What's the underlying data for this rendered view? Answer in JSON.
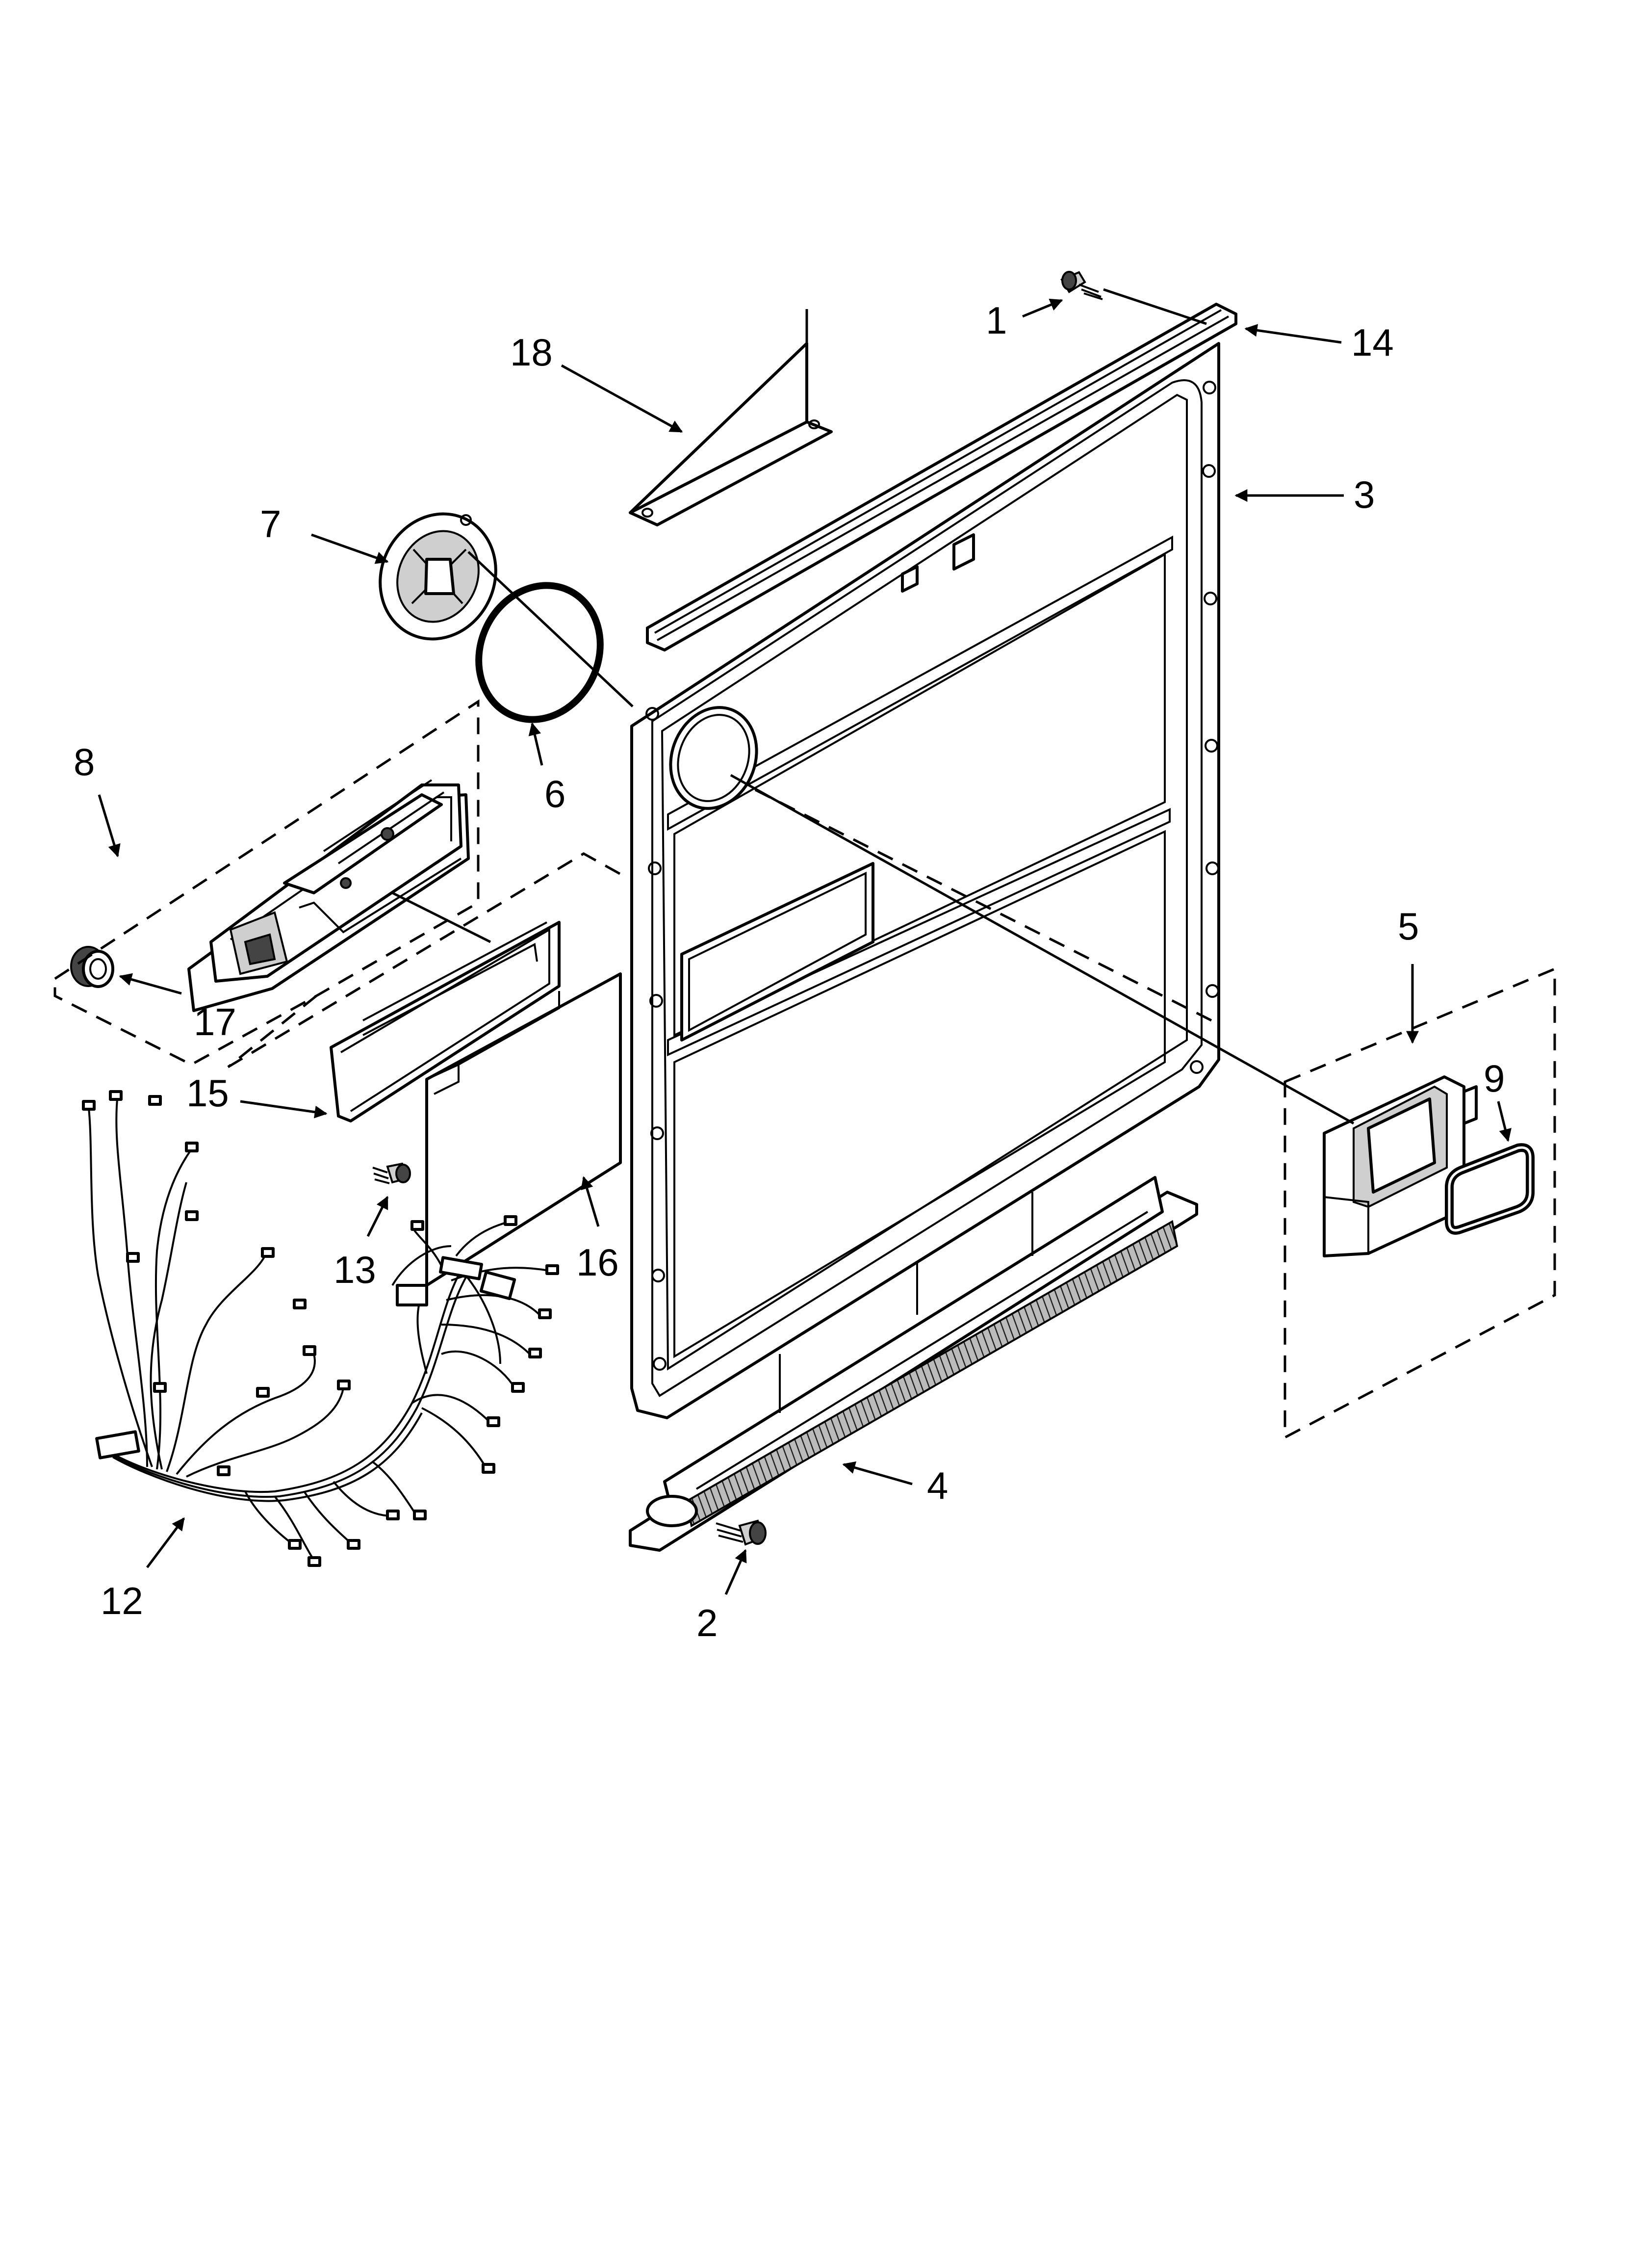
{
  "callouts": [
    {
      "id": "1",
      "text": "1"
    },
    {
      "id": "2",
      "text": "2"
    },
    {
      "id": "3",
      "text": "3"
    },
    {
      "id": "4",
      "text": "4"
    },
    {
      "id": "5",
      "text": "5"
    },
    {
      "id": "6",
      "text": "6"
    },
    {
      "id": "7",
      "text": "7"
    },
    {
      "id": "8",
      "text": "8"
    },
    {
      "id": "9",
      "text": "9"
    },
    {
      "id": "12",
      "text": "12"
    },
    {
      "id": "13",
      "text": "13"
    },
    {
      "id": "14",
      "text": "14"
    },
    {
      "id": "15",
      "text": "15"
    },
    {
      "id": "16",
      "text": "16"
    },
    {
      "id": "17",
      "text": "17"
    },
    {
      "id": "18",
      "text": "18"
    }
  ]
}
